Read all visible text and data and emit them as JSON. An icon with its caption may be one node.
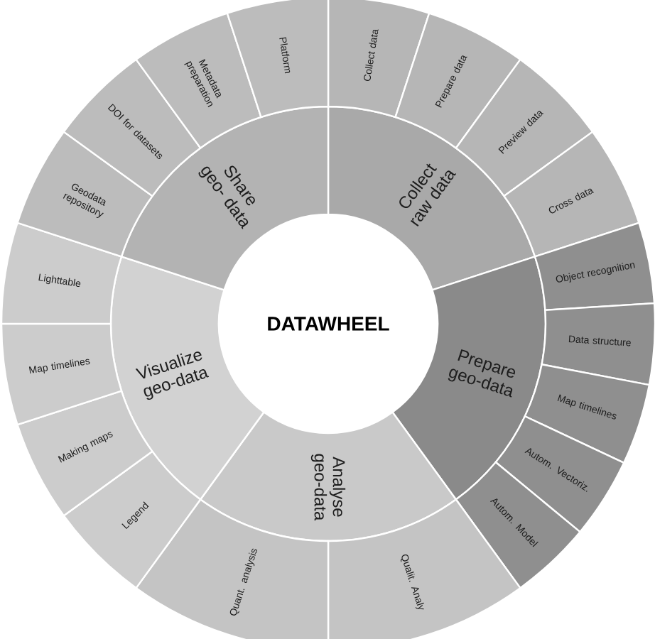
{
  "diagram": {
    "nodes": [
      {
        "text": [
          "DATAWHEEL"
        ]
      },
      {
        "text": [
          "Collect raw data"
        ]
      },
      {
        "text": [
          "Prepare geo-data"
        ]
      },
      {
        "text": [
          "Analyse geo-data"
        ]
      },
      {
        "text": [
          "Visualize geo-data"
        ]
      },
      {
        "text": [
          "Share geo- data"
        ]
      },
      {
        "text": [
          "Collect data"
        ]
      },
      {
        "text": [
          "Prepare data"
        ]
      },
      {
        "text": [
          "Preview data"
        ]
      },
      {
        "text": [
          "Cross data"
        ]
      },
      {
        "text": [
          "Object recognition"
        ]
      },
      {
        "text": [
          "Data structure"
        ]
      },
      {
        "text": [
          "Map timelines"
        ]
      },
      {
        "text": [
          "Autom. Vectoriz."
        ]
      },
      {
        "text": [
          "Autom. Model"
        ]
      },
      {
        "text": [
          "Qualit. Analy"
        ]
      },
      {
        "text": [
          "Quant. analysis"
        ]
      },
      {
        "text": [
          "Legend"
        ]
      },
      {
        "text": [
          "Making maps"
        ]
      },
      {
        "text": [
          "Map timelines"
        ]
      },
      {
        "text": [
          "Lighttable"
        ]
      },
      {
        "text": [
          "Geodata repository"
        ]
      },
      {
        "text": [
          "DOI for datasets"
        ]
      },
      {
        "text": [
          "Metadata preparation"
        ]
      },
      {
        "text": [
          "Platform"
        ]
      }
    ]
  }
}
